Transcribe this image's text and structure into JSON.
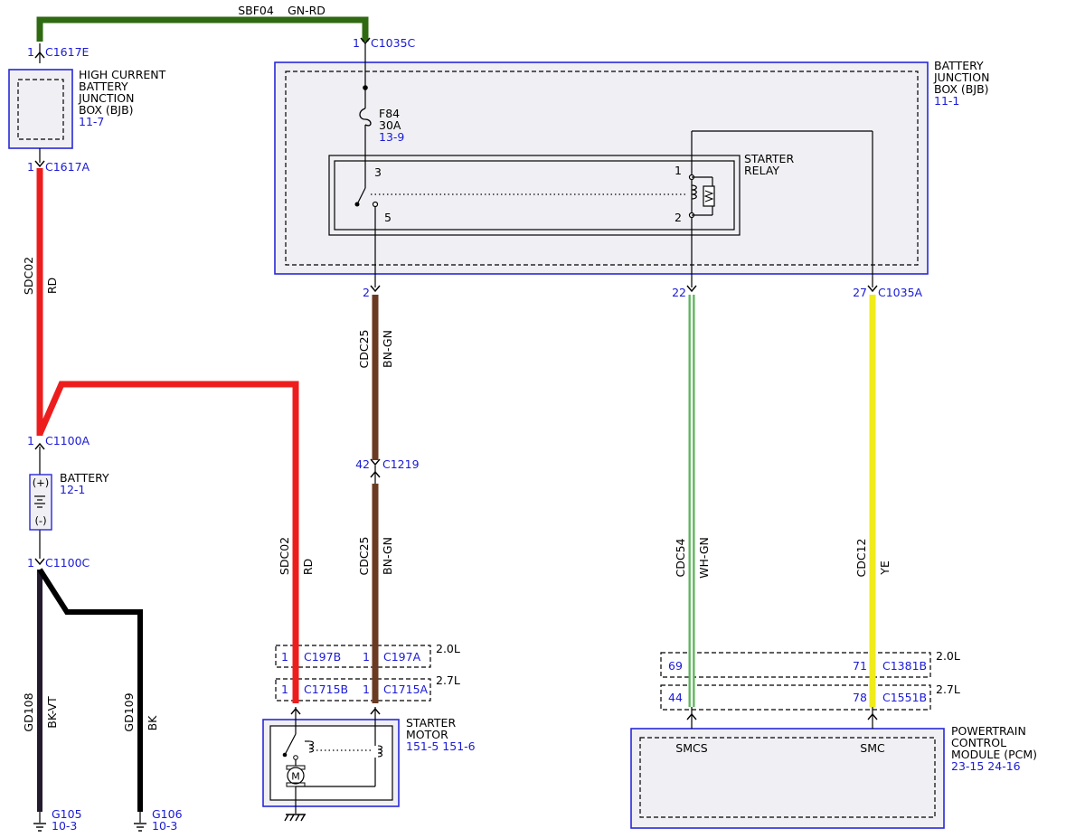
{
  "colors": {
    "GN-RD": "#2f6a12",
    "RD": "#ee1d1d",
    "BN-GN": "#6b3a22",
    "WH-GN": "#5cb35c",
    "YE": "#f0ec1a",
    "BK-VT": "#241a2e",
    "BK": "#000000",
    "link": "#1a1ad6",
    "box_border": "#2828d8"
  },
  "top_wire": {
    "circuit": "SBF04",
    "color": "GN-RD"
  },
  "connectors": {
    "c1617e": {
      "pin": "1",
      "name": "C1617E"
    },
    "c1617a": {
      "pin": "1",
      "name": "C1617A"
    },
    "c1035c": {
      "pin": "1",
      "name": "C1035C"
    },
    "c1100a": {
      "pin": "1",
      "name": "C1100A"
    },
    "c1100c": {
      "pin": "1",
      "name": "C1100C"
    },
    "c1219": {
      "pin": "42",
      "name": "C1219"
    },
    "bjb_pin2": {
      "pin": "2"
    },
    "bjb_pin22": {
      "pin": "22"
    },
    "c1035a": {
      "pin": "27",
      "name": "C1035A"
    }
  },
  "components": {
    "hcbjb": {
      "line1": "HIGH CURRENT",
      "line2": "BATTERY",
      "line3": "JUNCTION",
      "line4": "BOX (BJB)",
      "ref": "11-7"
    },
    "bjb": {
      "line1": "BATTERY",
      "line2": "JUNCTION",
      "line3": "BOX (BJB)",
      "ref": "11-1"
    },
    "fuse": {
      "name": "F84",
      "rating": "30A",
      "ref": "13-9"
    },
    "relay": {
      "line1": "STARTER",
      "line2": "RELAY",
      "pin3": "3",
      "pin5": "5",
      "pin1": "1",
      "pin2": "2"
    },
    "battery": {
      "name": "BATTERY",
      "ref": "12-1",
      "plus": "(+)",
      "minus": "(-)"
    },
    "starter_motor": {
      "line1": "STARTER",
      "line2": "MOTOR",
      "ref": "151-5 151-6",
      "motor_symbol": "M"
    },
    "pcm": {
      "line1": "POWERTRAIN",
      "line2": "CONTROL",
      "line3": "MODULE (PCM)",
      "ref": "23-15 24-16",
      "pin_smcs": "SMCS",
      "pin_smc": "SMC"
    }
  },
  "wires": {
    "sdc02_upper": {
      "circuit": "SDC02",
      "color": "RD"
    },
    "sdc02_lower": {
      "circuit": "SDC02",
      "color": "RD"
    },
    "cdc25_upper": {
      "circuit": "CDC25",
      "color": "BN-GN"
    },
    "cdc25_lower": {
      "circuit": "CDC25",
      "color": "BN-GN"
    },
    "cdc54": {
      "circuit": "CDC54",
      "color": "WH-GN"
    },
    "cdc12": {
      "circuit": "CDC12",
      "color": "YE"
    },
    "gd108": {
      "circuit": "GD108",
      "color": "BK-VT"
    },
    "gd109": {
      "circuit": "GD109",
      "color": "BK"
    }
  },
  "starter_connectors": {
    "row_20": {
      "engine": "2.0L",
      "pin_a": "1",
      "name_a": "C197B",
      "pin_b": "1",
      "name_b": "C197A"
    },
    "row_27": {
      "engine": "2.7L",
      "pin_a": "1",
      "name_a": "C1715B",
      "pin_b": "1",
      "name_b": "C1715A"
    }
  },
  "pcm_connectors": {
    "row_20": {
      "engine": "2.0L",
      "pin_a": "69",
      "pin_b": "71",
      "name": "C1381B"
    },
    "row_27": {
      "engine": "2.7L",
      "pin_a": "44",
      "pin_b": "78",
      "name": "C1551B"
    }
  },
  "grounds": {
    "g105": {
      "name": "G105",
      "ref": "10-3"
    },
    "g106": {
      "name": "G106",
      "ref": "10-3"
    }
  }
}
